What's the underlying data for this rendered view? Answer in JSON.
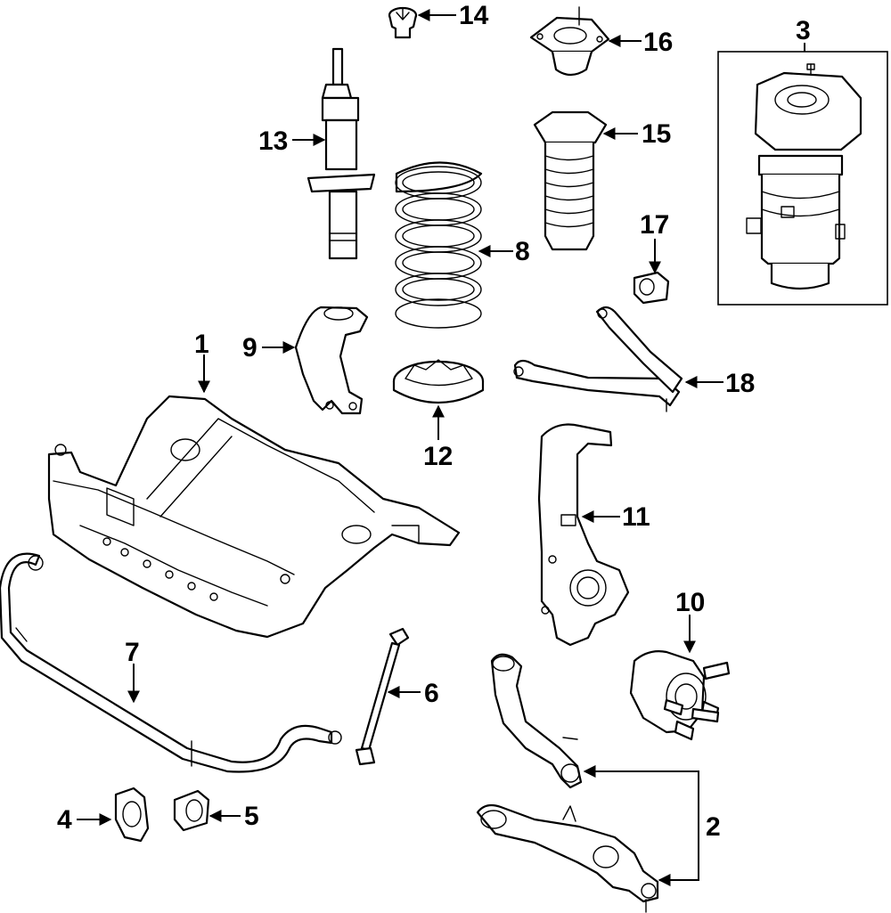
{
  "diagram": {
    "callouts": [
      {
        "id": "c1",
        "label": "1"
      },
      {
        "id": "c2",
        "label": "2"
      },
      {
        "id": "c3",
        "label": "3"
      },
      {
        "id": "c4",
        "label": "4"
      },
      {
        "id": "c5",
        "label": "5"
      },
      {
        "id": "c6",
        "label": "6"
      },
      {
        "id": "c7",
        "label": "7"
      },
      {
        "id": "c8",
        "label": "8"
      },
      {
        "id": "c9",
        "label": "9"
      },
      {
        "id": "c10",
        "label": "10"
      },
      {
        "id": "c11",
        "label": "11"
      },
      {
        "id": "c12",
        "label": "12"
      },
      {
        "id": "c13",
        "label": "13"
      },
      {
        "id": "c14",
        "label": "14"
      },
      {
        "id": "c15",
        "label": "15"
      },
      {
        "id": "c16",
        "label": "16"
      },
      {
        "id": "c17",
        "label": "17"
      },
      {
        "id": "c18",
        "label": "18"
      }
    ],
    "colors": {
      "line": "#000000",
      "background": "#ffffff"
    }
  }
}
